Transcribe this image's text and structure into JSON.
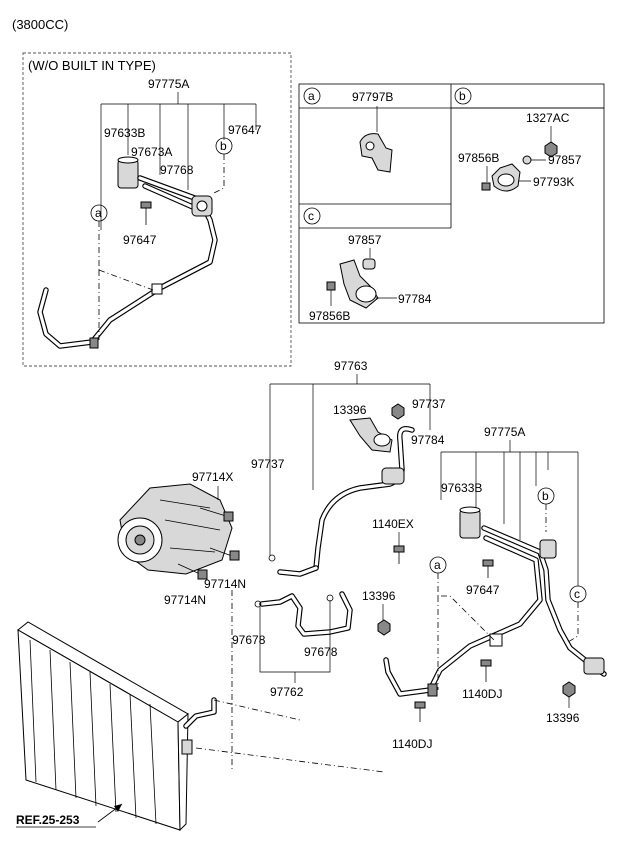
{
  "header": {
    "engine": "(3800CC)"
  },
  "inset": {
    "title": "(W/O BUILT IN TYPE)",
    "labels": {
      "assembly": "97775A",
      "valve": "97633B",
      "hose": "97673A",
      "pipe": "97768",
      "bolt_right": "97647",
      "bolt_left": "97647"
    },
    "markers": {
      "a": "a",
      "b": "b"
    }
  },
  "detail_boxes": {
    "a": {
      "marker": "a",
      "part": "97797B"
    },
    "b": {
      "marker": "b",
      "parts": {
        "nut": "1327AC",
        "bolt": "97856B",
        "washer": "97857",
        "clamp": "97793K"
      }
    },
    "c": {
      "marker": "c",
      "parts": {
        "washer": "97857",
        "clamp": "97784",
        "bolt": "97856B"
      }
    }
  },
  "main": {
    "labels": {
      "hose_assy": "97763",
      "nut_top": "13396",
      "oring_top": "97737",
      "clamp_top": "97784",
      "oring_mid": "97737",
      "bolt_x": "97714X",
      "bolt_n1": "97714N",
      "bolt_n2": "97714N",
      "bolt_ex": "1140EX",
      "nut_mid": "13396",
      "oring_l": "97678",
      "oring_r": "97678",
      "pipe_assy": "97762",
      "assembly": "97775A",
      "valve": "97633B",
      "bolt_647": "97647",
      "bolt_dj1": "1140DJ",
      "bolt_dj2": "1140DJ",
      "nut_bot": "13396",
      "ref": "REF.25-253"
    },
    "markers": {
      "a": "a",
      "b": "b",
      "c": "c"
    }
  }
}
